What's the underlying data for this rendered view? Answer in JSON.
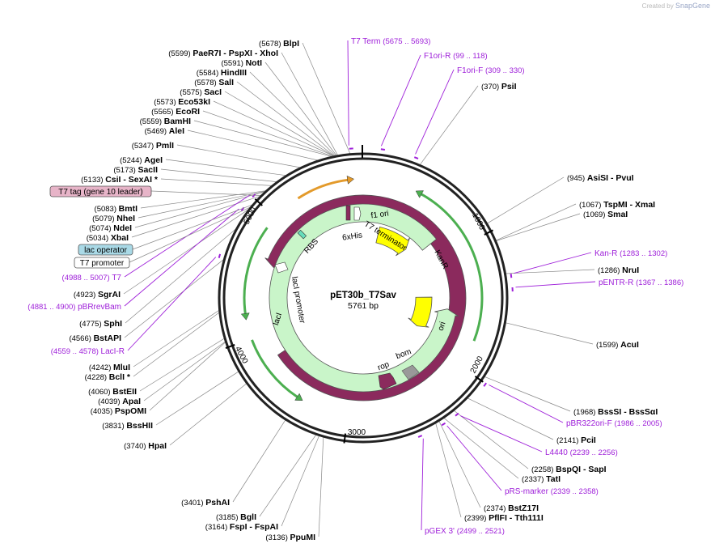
{
  "credit": {
    "prefix": "Created by",
    "brand": "SnapGene"
  },
  "map": {
    "name": "pET30b_T7Sav",
    "length": "5761 bp"
  },
  "ticks": [
    "1000",
    "2000",
    "3000",
    "4000",
    "5000"
  ],
  "enzymes": [
    {
      "name": "BlpI",
      "pos": "(5678)"
    },
    {
      "name": "PaeR7I",
      "name2": "PspXI",
      "name3": "XhoI",
      "pos": "(5599)"
    },
    {
      "name": "NotI",
      "pos": "(5591)"
    },
    {
      "name": "HindIII",
      "pos": "(5584)"
    },
    {
      "name": "SalI",
      "pos": "(5578)"
    },
    {
      "name": "SacI",
      "pos": "(5575)"
    },
    {
      "name": "Eco53kI",
      "pos": "(5573)"
    },
    {
      "name": "EcoRI",
      "pos": "(5565)"
    },
    {
      "name": "BamHI",
      "pos": "(5559)"
    },
    {
      "name": "AleI",
      "pos": "(5469)"
    },
    {
      "name": "PmlI",
      "pos": "(5347)"
    },
    {
      "name": "AgeI",
      "pos": "(5244)"
    },
    {
      "name": "SacII",
      "pos": "(5173)"
    },
    {
      "name": "CsiI",
      "name2": "SexAI *",
      "pos": "(5133)"
    },
    {
      "name": "BmtI",
      "pos": "(5083)"
    },
    {
      "name": "NheI",
      "pos": "(5079)"
    },
    {
      "name": "NdeI",
      "pos": "(5074)"
    },
    {
      "name": "XbaI",
      "pos": "(5034)"
    },
    {
      "name": "SgrAI",
      "pos": "(4923)"
    },
    {
      "name": "SphI",
      "pos": "(4775)"
    },
    {
      "name": "BstAPI",
      "pos": "(4566)"
    },
    {
      "name": "MluI",
      "pos": "(4242)"
    },
    {
      "name": "BclI *",
      "pos": "(4228)"
    },
    {
      "name": "BstEII",
      "pos": "(4060)"
    },
    {
      "name": "ApaI",
      "pos": "(4039)"
    },
    {
      "name": "PspOMI",
      "pos": "(4035)"
    },
    {
      "name": "BssHII",
      "pos": "(3831)"
    },
    {
      "name": "HpaI",
      "pos": "(3740)"
    },
    {
      "name": "PshAI",
      "pos": "(3401)"
    },
    {
      "name": "BglI",
      "pos": "(3185)"
    },
    {
      "name": "FspI",
      "name2": "FspAI",
      "pos": "(3164)"
    },
    {
      "name": "PpuMI",
      "pos": "(3136)"
    },
    {
      "name": "PsiI",
      "pos": "(370)"
    },
    {
      "name": "AsiSI",
      "name2": "PvuI",
      "pos": "(945)"
    },
    {
      "name": "TspMI",
      "name2": "XmaI",
      "pos": "(1067)"
    },
    {
      "name": "SmaI",
      "pos": "(1069)"
    },
    {
      "name": "NruI",
      "pos": "(1286)"
    },
    {
      "name": "AcuI",
      "pos": "(1599)"
    },
    {
      "name": "BssSI",
      "name2": "BssSαI",
      "pos": "(1968)"
    },
    {
      "name": "PciI",
      "pos": "(2141)"
    },
    {
      "name": "BspQI",
      "name2": "SapI",
      "pos": "(2258)"
    },
    {
      "name": "TatI",
      "pos": "(2337)"
    },
    {
      "name": "BstZ17I",
      "pos": "(2374)"
    },
    {
      "name": "PflFI",
      "name2": "Tth111I",
      "pos": "(2399)"
    }
  ],
  "primers": [
    {
      "name": "T7 Term",
      "pos": "(5675 .. 5693)"
    },
    {
      "name": "F1ori-R",
      "pos": "(99 .. 118)"
    },
    {
      "name": "F1ori-F",
      "pos": "(309 .. 330)"
    },
    {
      "name": "T7",
      "pos": "(4988 .. 5007)"
    },
    {
      "name": "pBRrevBam",
      "pos": "(4881 .. 4900)"
    },
    {
      "name": "LacI-R",
      "pos": "(4559 .. 4578)"
    },
    {
      "name": "Kan-R",
      "pos": "(1283 .. 1302)"
    },
    {
      "name": "pENTR-R",
      "pos": "(1367 .. 1386)"
    },
    {
      "name": "pBR322ori-F",
      "pos": "(1986 .. 2005)"
    },
    {
      "name": "L4440",
      "pos": "(2239 .. 2256)"
    },
    {
      "name": "pRS-marker",
      "pos": "(2339 .. 2358)"
    },
    {
      "name": "pGEX 3'",
      "pos": "(2499 .. 2521)"
    }
  ],
  "boxed_features": [
    {
      "name": "T7 tag (gene 10 leader)",
      "color": "#e7b4c8"
    },
    {
      "name": "lac operator",
      "color": "#a9d9e6"
    },
    {
      "name": "T7 promoter",
      "color": "#ffffff"
    }
  ],
  "features": [
    "f1 ori",
    "KanR",
    "ori",
    "bom",
    "rop",
    "lacI",
    "lacI promoter",
    "RBS",
    "6xHis",
    "T7 terminator"
  ],
  "colors": {
    "primer": "#9e1fd9",
    "f1ori": "#ffff00",
    "kanr": "#c9f5c9",
    "ori": "#ffff00",
    "laci": "#8b2a5d",
    "bom": "#999999",
    "rop": "#8b2a5d",
    "green_arrow": "#4caf50",
    "orange_arrow": "#e39a2b"
  }
}
